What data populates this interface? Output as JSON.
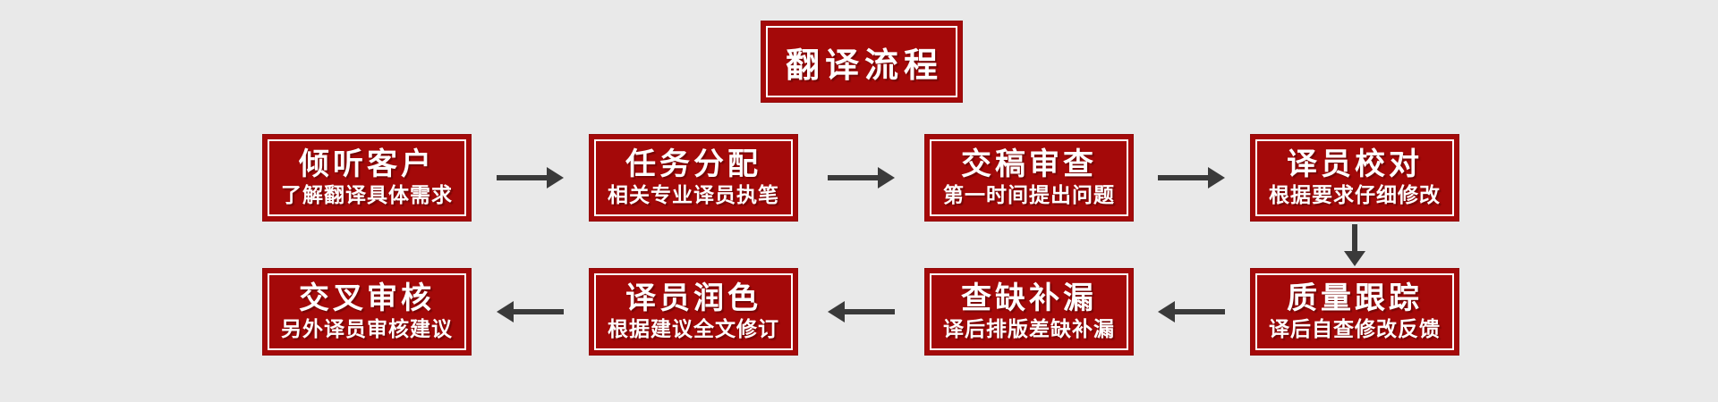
{
  "title": "翻译流程",
  "colors": {
    "background": "#E9E9E9",
    "box_red": "#A40909",
    "border_white": "#FFFFFF",
    "arrow_gray": "#3A3A3A",
    "text_white": "#FFFFFF"
  },
  "flow": {
    "row1": [
      {
        "title": "倾听客户",
        "subtitle": "了解翻译具体需求"
      },
      {
        "title": "任务分配",
        "subtitle": "相关专业译员执笔"
      },
      {
        "title": "交稿审查",
        "subtitle": "第一时间提出问题"
      },
      {
        "title": "译员校对",
        "subtitle": "根据要求仔细修改"
      }
    ],
    "row2": [
      {
        "title": "交叉审核",
        "subtitle": "另外译员审核建议"
      },
      {
        "title": "译员润色",
        "subtitle": "根据建议全文修订"
      },
      {
        "title": "查缺补漏",
        "subtitle": "译后排版差缺补漏"
      },
      {
        "title": "质量跟踪",
        "subtitle": "译后自查修改反馈"
      }
    ],
    "arrows": {
      "row1_direction": "right",
      "bridge_direction": "down",
      "row2_direction": "left"
    }
  }
}
